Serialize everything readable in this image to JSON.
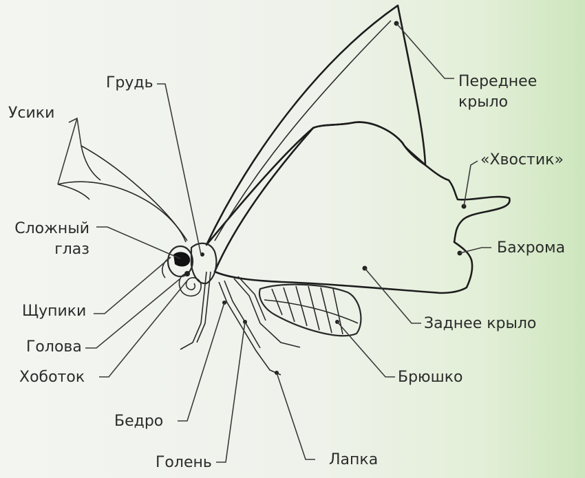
{
  "labels": {
    "antennae": "Усики",
    "thorax": "Грудь",
    "forewing": "Переднее крыло",
    "tail": "«Хвостик»",
    "fringe": "Бахрома",
    "compound_eye": "Сложный глаз",
    "palps": "Щупики",
    "head": "Голова",
    "proboscis": "Хоботок",
    "femur": "Бедро",
    "tibia": "Голень",
    "tarsus": "Лапка",
    "hindwing": "Заднее крыло",
    "abdomen": "Брюшко"
  },
  "colors": {
    "line": "#1d1d1d",
    "text": "#2b2b2b",
    "eye": "#111111"
  }
}
